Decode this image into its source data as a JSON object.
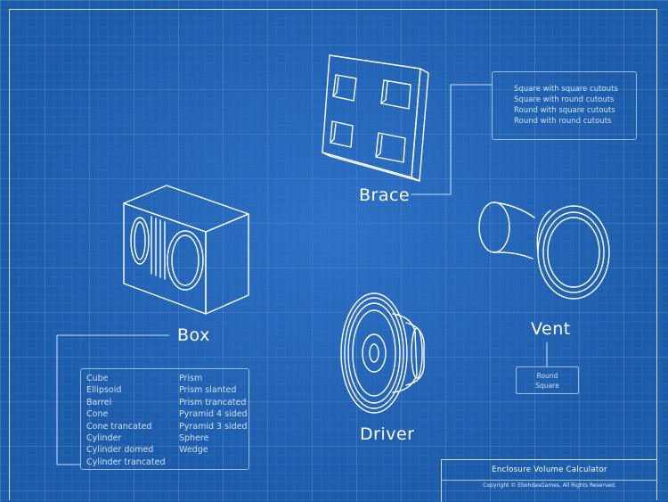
{
  "labels": {
    "brace": "Brace",
    "box": "Box",
    "driver": "Driver",
    "vent": "Vent"
  },
  "brace_options": [
    "Square with square cutouts",
    "Square with round cutouts",
    "Round with square cutouts",
    "Round with round cutouts"
  ],
  "box_shapes_left": [
    "Cube",
    "Ellipsoid",
    "Barrel",
    "Cone",
    "Cone trancated",
    "Cylinder",
    "Cylinder domed",
    "Cylinder trancated"
  ],
  "box_shapes_right": [
    "Prism",
    "Prism slanted",
    "Prism trancated",
    "Pyramid 4 sided",
    "Pyramid 3 sided",
    "Sphere",
    "Wedge"
  ],
  "vent_options": [
    "Round",
    "Square"
  ],
  "footer": {
    "app_title": "Enclosure Volume Calculator",
    "copyright": "Copyright © EbohdasGames, All Rights Reserved."
  },
  "icons": [
    "brace-icon",
    "box-enclosure-icon",
    "driver-speaker-icon",
    "vent-port-icon"
  ],
  "colors": {
    "background": "#1c5cab",
    "line": "#ffffff",
    "list_text": "#cfe0f7"
  }
}
